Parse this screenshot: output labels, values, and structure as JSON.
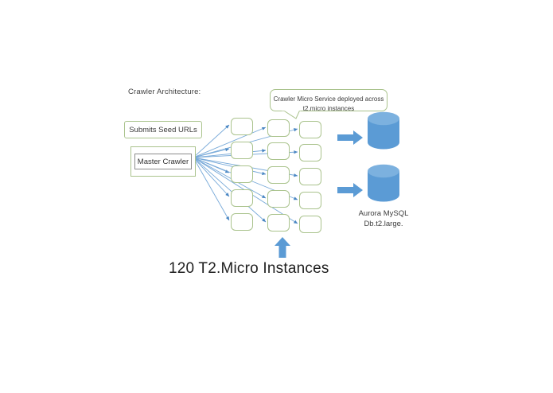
{
  "diagram": {
    "title": "Crawler Architecture:",
    "seed_box_label": "Submits Seed URLs",
    "master_crawler_label": "Master Crawler",
    "callout_line1": "Crawler Micro Service deployed across",
    "callout_line2": "t2.micro instances",
    "bottom_caption": "120 T2.Micro Instances",
    "db_caption_line1": "Aurora MySQL",
    "db_caption_line2": "Db.t2.large.",
    "colors": {
      "node_border": "#aac38d",
      "arrow_blue": "#5b9bd5",
      "connector_blue": "#4a86c8",
      "cylinder_body": "#5b9bd5",
      "cylinder_top": "#7cb1df",
      "master_inner_border": "#8c8c8c",
      "text": "#3f3f3f",
      "background": "#ffffff"
    },
    "grid": {
      "rows": 5,
      "columns": 3,
      "node_count": 15
    },
    "icons": {
      "db_arrow": "right-block-arrow",
      "bottom_arrow": "up-block-arrow",
      "database": "database-cylinder"
    }
  }
}
